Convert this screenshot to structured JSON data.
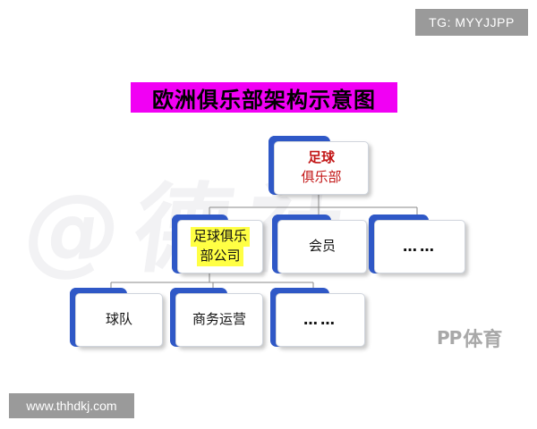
{
  "badges": {
    "tg": "TG: MYYJJPP",
    "url": "www.thhdkj.com"
  },
  "title": "欧洲俱乐部架构示意图",
  "watermark": "@德社",
  "nodes": {
    "root": {
      "line1": "足球",
      "line2": "俱乐部"
    },
    "company": {
      "line1": "足球俱乐",
      "line2": "部公司"
    },
    "members": "会员",
    "level1_more": "……",
    "team": "球队",
    "business": "商务运营",
    "level2_more": "……"
  },
  "logo": {
    "mark": "PP",
    "text": "体育"
  },
  "colors": {
    "accent_blue": "#2f58c7",
    "title_bg": "#f100f4",
    "highlight_yellow": "#ffff44",
    "root_text_red": "#c31717"
  }
}
